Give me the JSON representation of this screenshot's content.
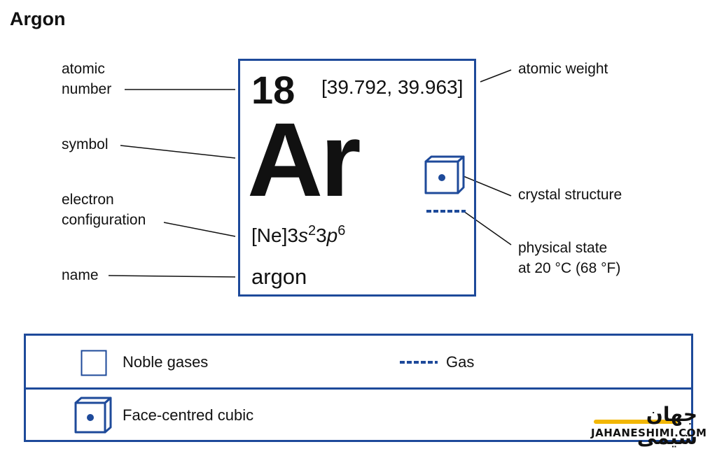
{
  "title": "Argon",
  "callouts": {
    "atomic_number": [
      "atomic",
      "number"
    ],
    "symbol": "symbol",
    "electron_configuration": [
      "electron",
      "configuration"
    ],
    "name": "name",
    "atomic_weight": "atomic weight",
    "crystal_structure": "crystal structure",
    "physical_state": [
      "physical state",
      "at 20 °C (68 °F)"
    ]
  },
  "element": {
    "atomic_number": "18",
    "atomic_weight": "[39.792, 39.963]",
    "symbol": "Ar",
    "configuration": {
      "core": "[Ne]",
      "n1": "3",
      "orbital1": "s",
      "exp1": "2",
      "n2": "3",
      "orbital2": "p",
      "exp2": "6"
    },
    "name": "argon"
  },
  "legend": {
    "category": "Noble gases",
    "state": "Gas",
    "structure": "Face-centred cubic"
  },
  "watermark": {
    "text_top": "جهان شیمی",
    "text_bottom": "JAHANESHIMI.COM"
  },
  "colors": {
    "accent": "#1e4a9a",
    "text": "#111111",
    "watermark_yellow": "#f2b705"
  },
  "icons": [
    "cube-icon",
    "square-icon",
    "dashed-line-icon"
  ]
}
